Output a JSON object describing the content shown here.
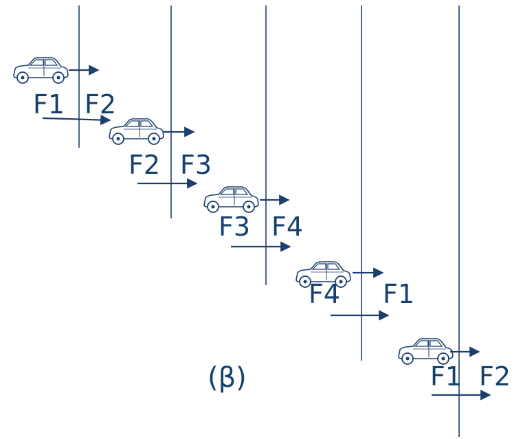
{
  "colors": {
    "ink": "#1c3f6e",
    "text": "#14406e",
    "background": "#ffffff"
  },
  "caption": "(β)",
  "steps": [
    {
      "icon": "car-icon",
      "left_label": "F1",
      "right_label": "F2"
    },
    {
      "icon": "car-icon",
      "left_label": "F2",
      "right_label": "F3"
    },
    {
      "icon": "car-icon",
      "left_label": "F3",
      "right_label": "F4"
    },
    {
      "icon": "car-icon",
      "left_label": "F4",
      "right_label": "F1"
    },
    {
      "icon": "car-icon",
      "left_label": "F1",
      "right_label": "F2"
    }
  ]
}
